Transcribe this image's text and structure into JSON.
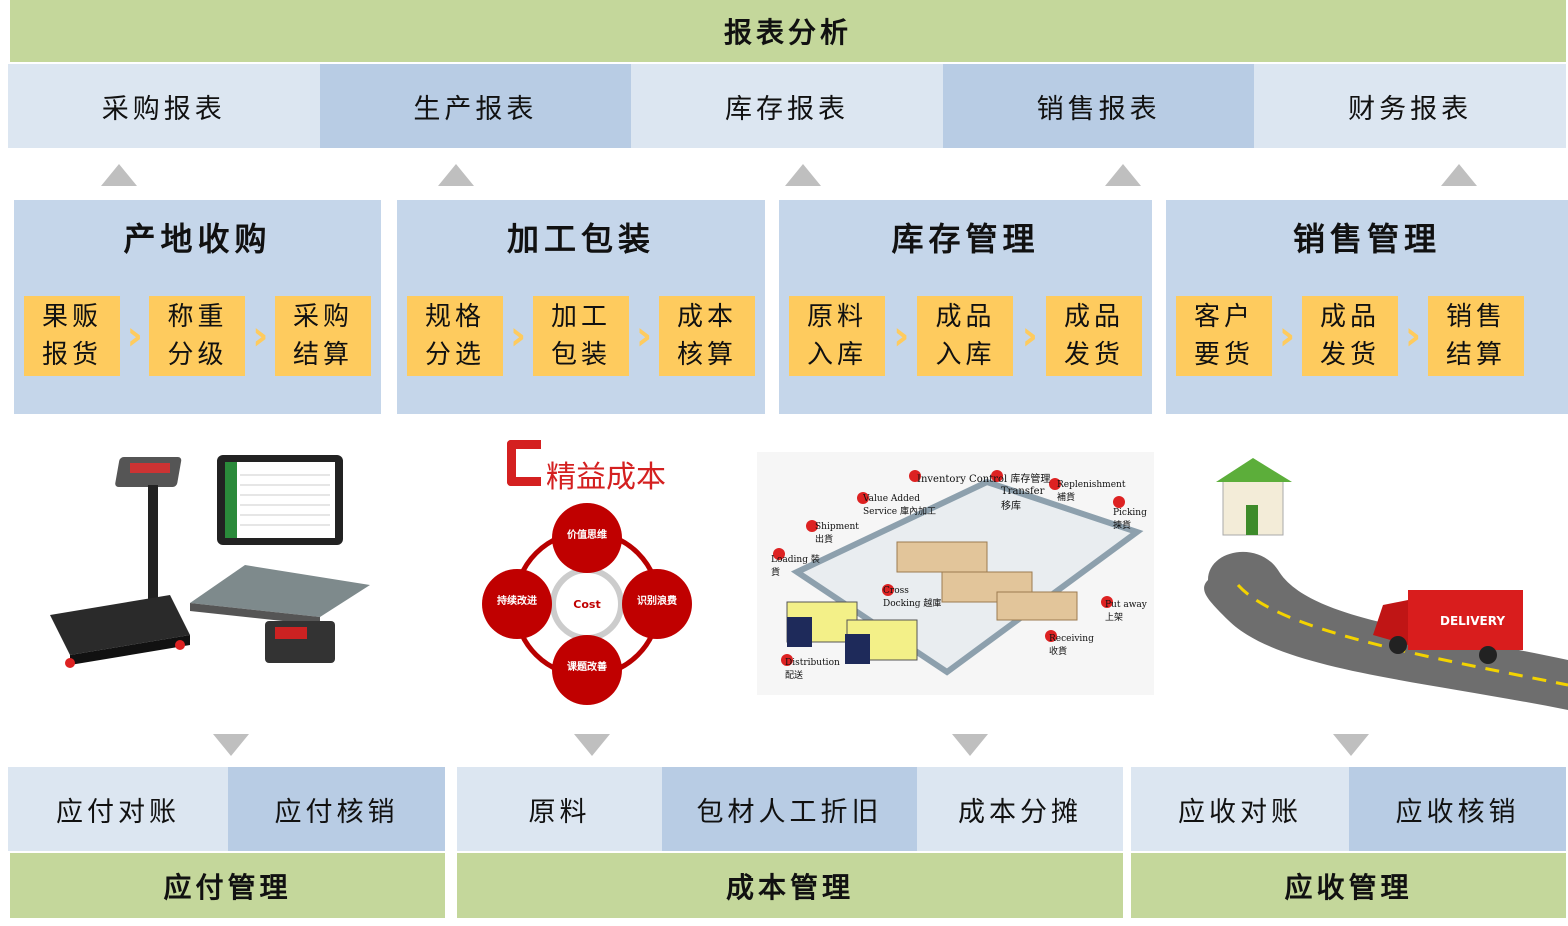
{
  "header": {
    "title": "报表分析"
  },
  "reports": [
    "采购报表",
    "生产报表",
    "库存报表",
    "销售报表",
    "财务报表"
  ],
  "processes": [
    {
      "title": "产地收购",
      "steps": [
        [
          "果贩",
          "报货"
        ],
        [
          "称重",
          "分级"
        ],
        [
          "采购",
          "结算"
        ]
      ]
    },
    {
      "title": "加工包装",
      "steps": [
        [
          "规格",
          "分选"
        ],
        [
          "加工",
          "包装"
        ],
        [
          "成本",
          "核算"
        ]
      ]
    },
    {
      "title": "库存管理",
      "steps": [
        [
          "原料",
          "入库"
        ],
        [
          "成品",
          "入库"
        ],
        [
          "成品",
          "发货"
        ]
      ]
    },
    {
      "title": "销售管理",
      "steps": [
        [
          "客户",
          "要货"
        ],
        [
          "成品",
          "发货"
        ],
        [
          "销售",
          "结算"
        ]
      ]
    }
  ],
  "lean": {
    "title": "精益成本",
    "center": "Cost",
    "nodes": [
      "价值思维",
      "识别浪费",
      "课题改善",
      "持续改进"
    ]
  },
  "warehouse": {
    "labels": [
      "Inventory Control 库存管理",
      "Transfer 移库",
      "Replenishment 補貨",
      "Picking 揀貨",
      "Value Added Service 庫內加工",
      "Shipment 出貨",
      "Loading 裝貨",
      "Cross Docking 越庫",
      "Put away 上架",
      "Receiving 收貨",
      "Distribution 配送"
    ]
  },
  "delivery": {
    "truck_label": "DELIVERY"
  },
  "bottom": {
    "payable": {
      "items": [
        "应付对账",
        "应付核销"
      ],
      "title": "应付管理"
    },
    "cost": {
      "items": [
        "原料",
        "包材人工折旧",
        "成本分摊"
      ],
      "title": "成本管理"
    },
    "receivable": {
      "items": [
        "应收对账",
        "应收核销"
      ],
      "title": "应收管理"
    }
  },
  "colors": {
    "green": "#c4d79b",
    "light_blue": "#dce6f1",
    "mid_blue": "#b8cce4",
    "process_blue": "#c5d6ea",
    "yellow": "#fecb5e",
    "arrow_gray": "#bfbfbf",
    "red": "#c00000"
  }
}
